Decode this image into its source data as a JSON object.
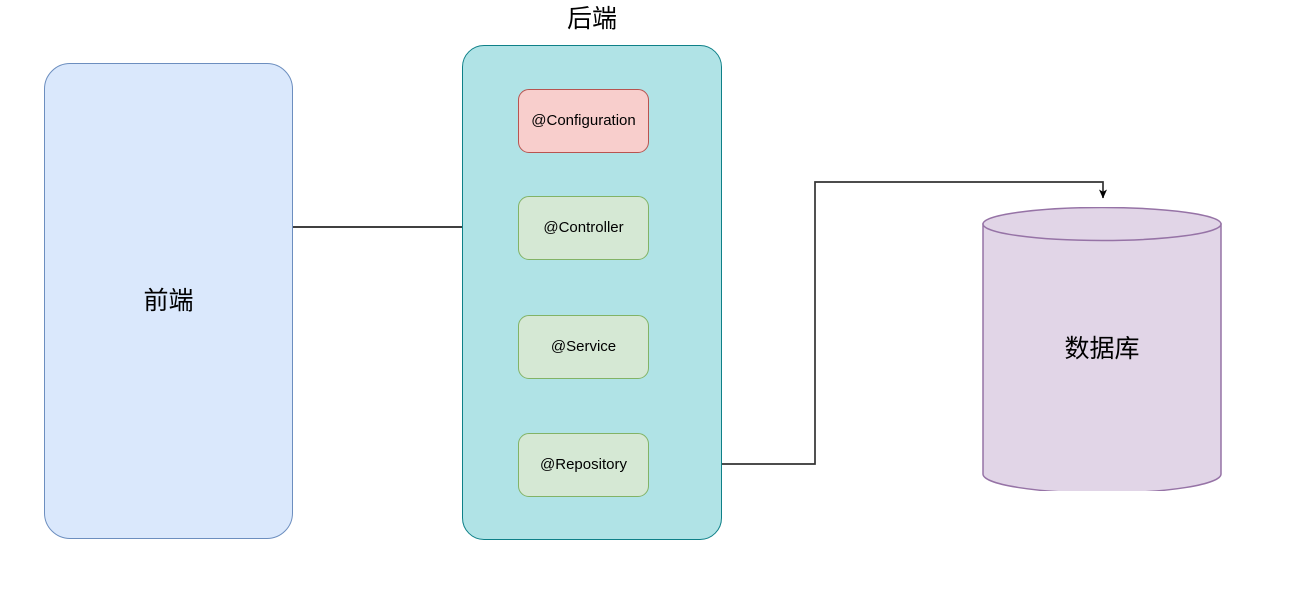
{
  "diagram": {
    "title": "Spring Boot layered architecture flow",
    "background": "#ffffff",
    "nodes": {
      "frontend": {
        "label": "前端",
        "shape": "rounded-rect",
        "fill": "#dae8fc",
        "stroke": "#6c8ebf"
      },
      "backend_container": {
        "title": "后端",
        "label": "",
        "shape": "rounded-rect",
        "fill": "#b0e3e6",
        "stroke": "#0e8088"
      },
      "configuration": {
        "label": "@Configuration",
        "shape": "rounded-rect",
        "fill": "#f8cecc",
        "stroke": "#b85450"
      },
      "controller": {
        "label": "@Controller",
        "shape": "rounded-rect",
        "fill": "#d5e8d4",
        "stroke": "#82b366"
      },
      "service": {
        "label": "@Service",
        "shape": "rounded-rect",
        "fill": "#d5e8d4",
        "stroke": "#82b366"
      },
      "repository": {
        "label": "@Repository",
        "shape": "rounded-rect",
        "fill": "#d5e8d4",
        "stroke": "#82b366"
      },
      "database": {
        "label": "数据库",
        "shape": "cylinder",
        "fill": "#e1d5e7",
        "stroke": "#9673a6"
      }
    },
    "edges": [
      {
        "id": "frontend-to-controller",
        "from": "前端",
        "to": "@Controller",
        "label": "",
        "arrow": "end",
        "stroke": "#000000"
      },
      {
        "id": "controller-to-service",
        "from": "@Controller",
        "to": "@Service",
        "label": "",
        "arrow": "end",
        "stroke": "#000000"
      },
      {
        "id": "service-to-repository",
        "from": "@Service",
        "to": "@Repository",
        "label": "",
        "arrow": "end",
        "stroke": "#000000"
      },
      {
        "id": "repository-to-database",
        "from": "@Repository",
        "to": "数据库",
        "label": "",
        "arrow": "end",
        "stroke": "#333333"
      }
    ]
  }
}
